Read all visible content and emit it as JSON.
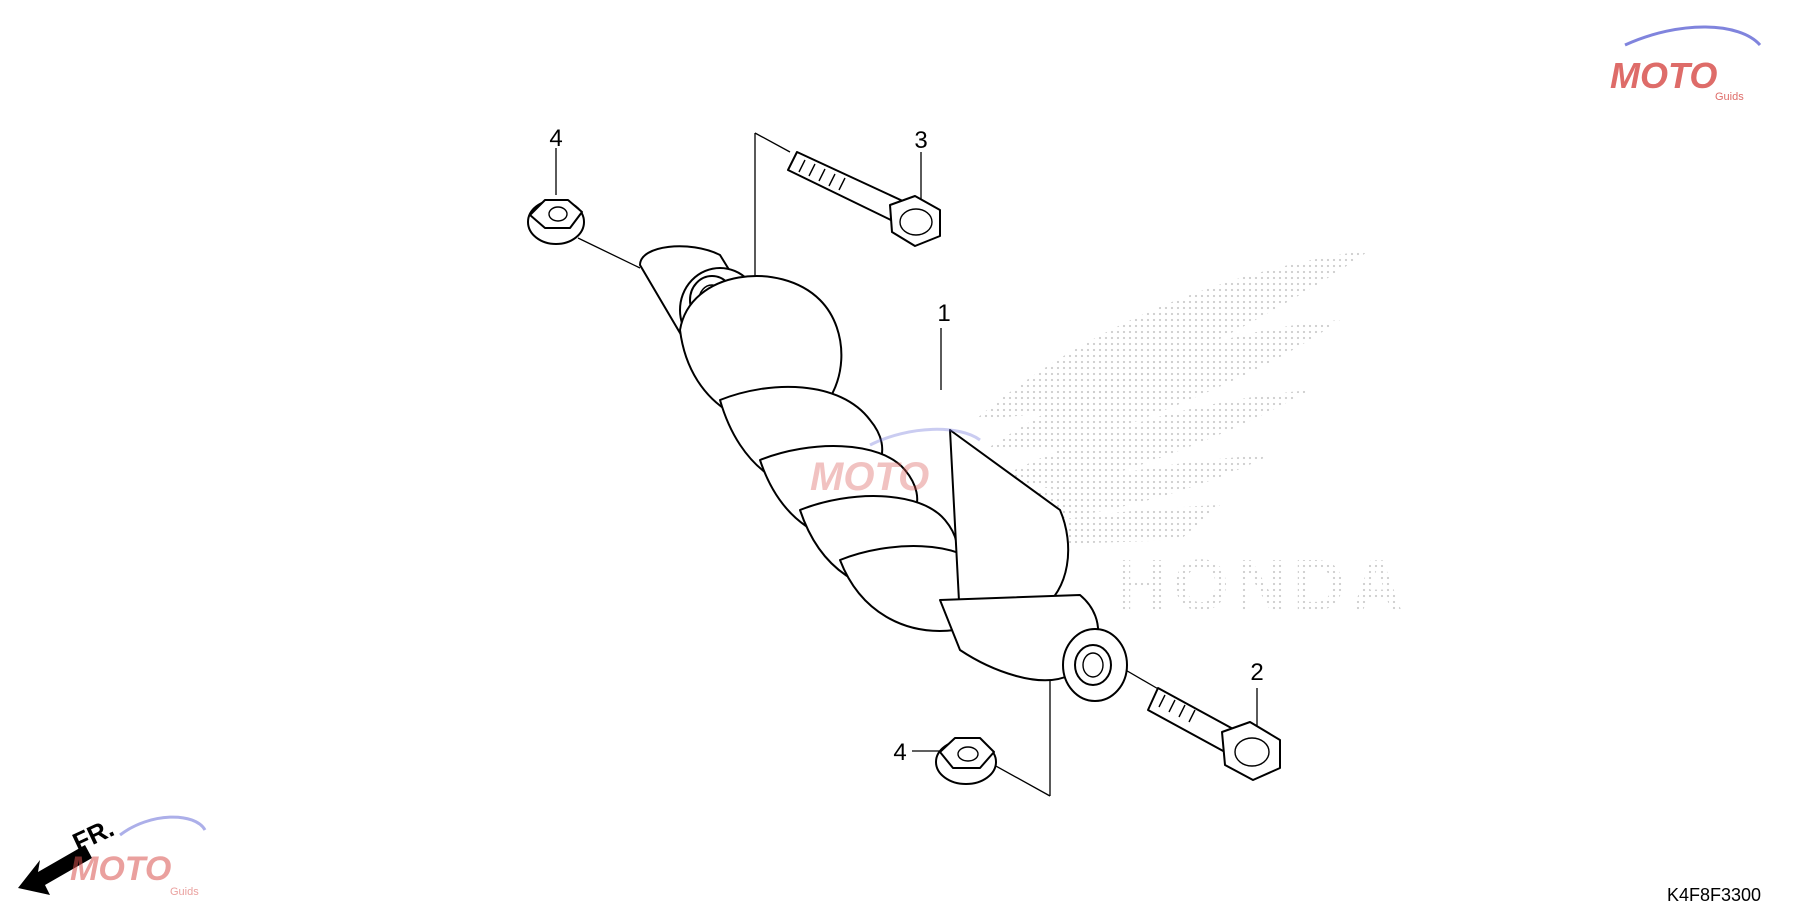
{
  "diagram": {
    "callouts": [
      "1",
      "2",
      "3",
      "4",
      "4"
    ],
    "part_code": "K4F8F3300",
    "direction_label": "FR.",
    "watermark": {
      "logo_text": "MOTO",
      "logo_subtext": "Guids",
      "brand_text": "HONDA"
    },
    "colors": {
      "logo_red": "#d9534f",
      "logo_blue": "#6a6fd8",
      "watermark_gray": "#c8c8c8"
    }
  }
}
